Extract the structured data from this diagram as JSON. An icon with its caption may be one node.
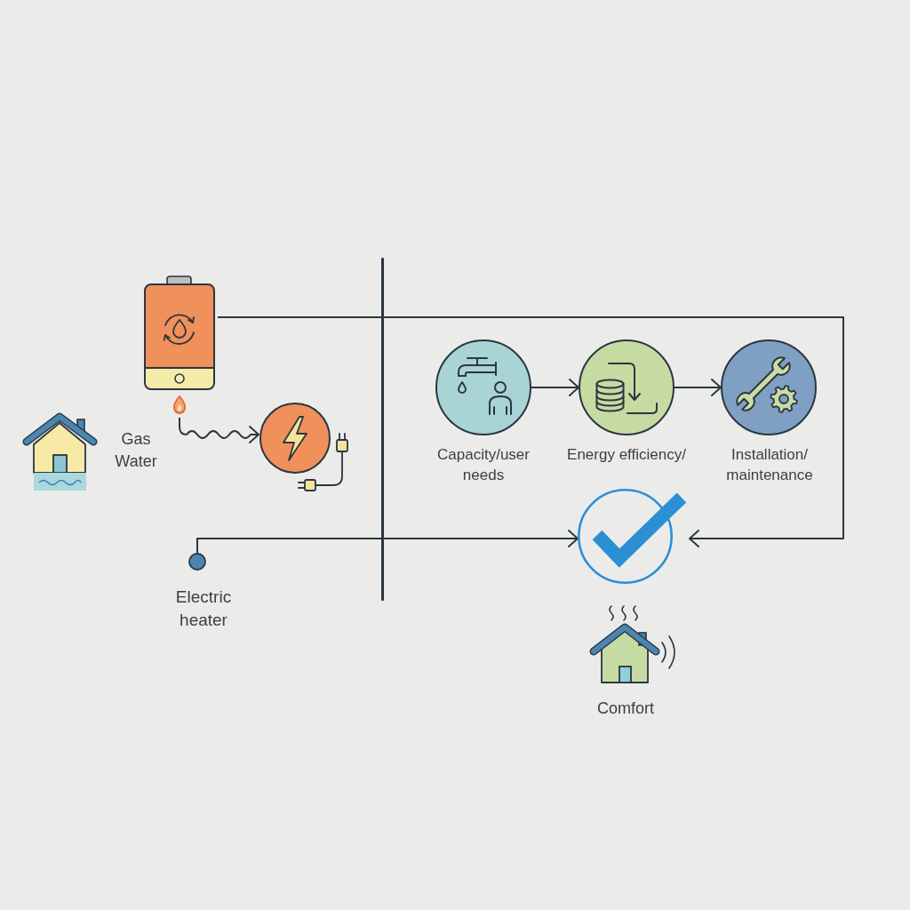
{
  "diagram": {
    "nodes": [
      {
        "text": [],
        "shape": "picture"
      },
      {
        "text": [],
        "shape": "picture"
      },
      {
        "text": [],
        "shape": "circle",
        "beside": [
          "Electric heater"
        ]
      },
      {
        "text": [],
        "shape": "bar"
      },
      {
        "text": [],
        "shape": "circle",
        "beside": [
          "Capacity/user needs"
        ]
      },
      {
        "text": [],
        "shape": "circle",
        "beside": [
          "Energy efficiency/"
        ]
      },
      {
        "text": [],
        "shape": "circle",
        "beside": [
          "Installation/ maintenance"
        ]
      },
      {
        "text": [],
        "shape": "circle"
      }
    ],
    "edges": [
      {
        "from": 0,
        "to": 1,
        "arrow": "to"
      },
      {
        "from": 0,
        "to": 3,
        "arrow": "none"
      },
      {
        "from": 3,
        "to": 7,
        "arrow": "to"
      },
      {
        "from": 2,
        "to": 3,
        "arrow": "none"
      },
      {
        "from": 3,
        "to": 7,
        "arrow": "to"
      },
      {
        "from": 4,
        "to": 5,
        "arrow": "to"
      },
      {
        "from": 5,
        "to": 6,
        "arrow": "to"
      }
    ],
    "labels": [
      "Gas Water",
      "Comfort"
    ]
  }
}
